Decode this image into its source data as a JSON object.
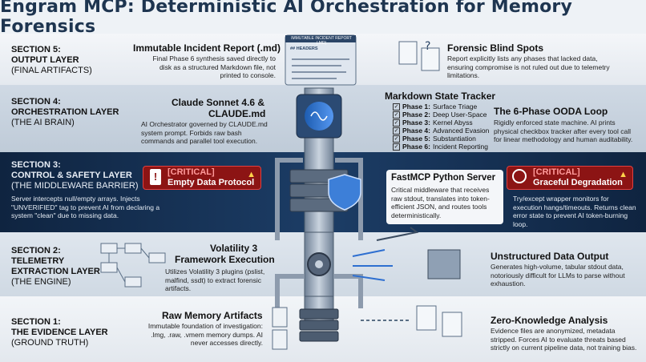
{
  "title": "Engram MCP: Deterministic AI Orchestration for Memory Forensics",
  "sections": [
    {
      "label": "SECTION 5:",
      "name": "OUTPUT LAYER",
      "sub": "(FINAL ARTIFACTS)"
    },
    {
      "label": "SECTION 4:",
      "name": "ORCHESTRATION LAYER",
      "sub": "(THE AI BRAIN)"
    },
    {
      "label": "SECTION 3:",
      "name": "CONTROL & SAFETY LAYER",
      "sub": "(THE MIDDLEWARE BARRIER)"
    },
    {
      "label": "SECTION 2:",
      "name": "TELEMETRY",
      "name2": "EXTRACTION LAYER",
      "sub": "(THE ENGINE)"
    },
    {
      "label": "SECTION 1:",
      "name": "THE EVIDENCE LAYER",
      "sub": "(GROUND TRUTH)"
    }
  ],
  "s5": {
    "report_title": "Immutable Incident Report (.md)",
    "report_text": "Final Phase 6 synthesis saved directly to disk as a structured Markdown file, not printed to console.",
    "doc_header": "IMMUTABLE INCIDENT REPORT (.MD)",
    "doc_sub": "## HEADERS",
    "blind_title": "Forensic Blind Spots",
    "blind_text": "Report explicitly lists any phases that lacked data, ensuring compromise is not ruled out due to telemetry limitations."
  },
  "s4": {
    "claude_title_1": "Claude Sonnet 4.6  &",
    "claude_title_2": "CLAUDE.md",
    "claude_text": "AI Orchestrator governed by CLAUDE.md system prompt. Forbids raw bash commands and parallel tool execution.",
    "tracker_title": "Markdown State Tracker",
    "phases": [
      {
        "num": "Phase 1:",
        "name": "Surface Triage"
      },
      {
        "num": "Phase 2:",
        "name": "Deep User-Space"
      },
      {
        "num": "Phase 3:",
        "name": "Kernel Abyss"
      },
      {
        "num": "Phase 4:",
        "name": "Advanced Evasion"
      },
      {
        "num": "Phase 5:",
        "name": "Substantiation"
      },
      {
        "num": "Phase 6:",
        "name": "Incident Reporting"
      }
    ],
    "ooda_title": "The 6-Phase OODA Loop",
    "ooda_text": "Rigidly enforced state machine. AI prints physical checkbox tracker after every tool call for linear methodology and human auditability."
  },
  "s3": {
    "critical_tag": "[CRITICAL]",
    "empty_title": "Empty Data Protocol",
    "empty_text": "Server intercepts null/empty arrays. Injects \"UNVERIFIED\" tag to prevent AI from declaring a system \"clean\" due to missing data.",
    "fast_title": "FastMCP Python Server",
    "fast_text": "Critical middleware that receives raw stdout, translates into token-efficient JSON, and routes tools deterministically.",
    "grace_title": "Graceful Degradation",
    "grace_text": "Try/except wrapper monitors for execution hangs/timeouts. Returns clean error state to prevent AI token-burning loop."
  },
  "s2": {
    "vol_title_1": "Volatility 3",
    "vol_title_2": "Framework Execution",
    "vol_text": "Utilizes Volatility 3 plugins (pslist, malfind, ssdt) to extract forensic artifacts.",
    "unstruct_title": "Unstructured Data Output",
    "unstruct_text": "Generates high-volume, tabular stdout data, notoriously difficult for LLMs to parse without exhaustion."
  },
  "s1": {
    "raw_title": "Raw Memory Artifacts",
    "raw_text": "Immutable foundation of investigation: .lmg, .raw, .vmem memory dumps. AI never accesses directly.",
    "zero_title": "Zero-Knowledge Analysis",
    "zero_text": "Evidence files are anonymized, metadata stripped. Forces AI to evaluate threats based strictly on current pipeline data, not training bias."
  },
  "colors": {
    "navy": "#1e3550",
    "critical": "#8c1414",
    "accent": "#3a7bd5"
  }
}
